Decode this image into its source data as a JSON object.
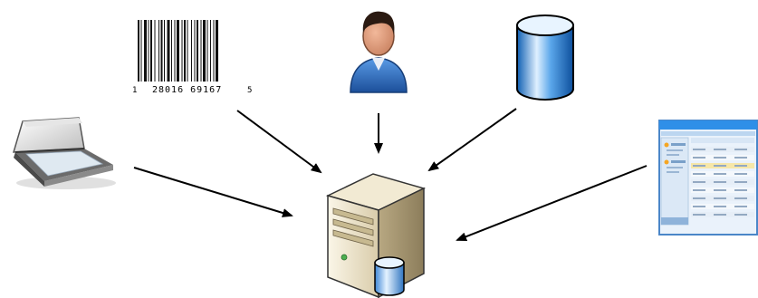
{
  "diagram": {
    "barcode": {
      "first_digit": "1",
      "digits": "28016 69167",
      "last_digit": "5"
    },
    "sources": [
      {
        "icon": "scanner-icon"
      },
      {
        "icon": "barcode-icon"
      },
      {
        "icon": "user-icon"
      },
      {
        "icon": "database-icon"
      },
      {
        "icon": "application-window-icon"
      }
    ],
    "target": {
      "icon": "server-with-database-icon"
    },
    "colors": {
      "arrow": "#000000",
      "database": "#1a7fd6",
      "user_shirt": "#2b6fc4",
      "server_body": "#efe6cf",
      "window_title": "#2f8fe8"
    }
  }
}
